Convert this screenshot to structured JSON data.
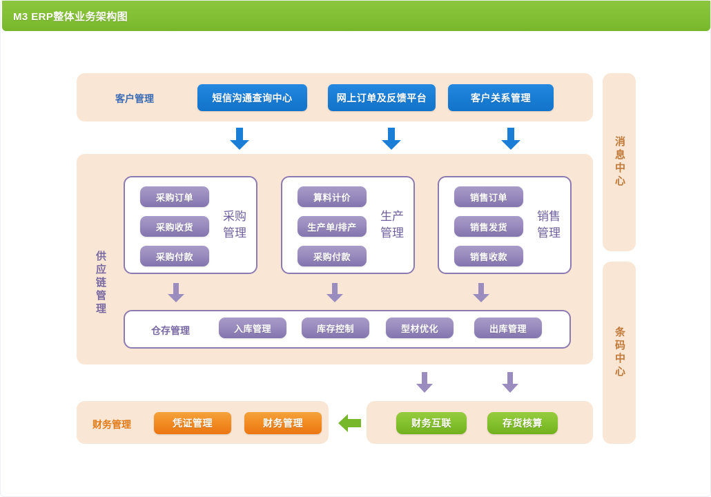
{
  "window": {
    "title": "M3 ERP整体业务架构图"
  },
  "colors": {
    "title_bar": "#83c035",
    "panel_bg": "#fae6d4",
    "blue_button": "#1a7ed6",
    "purple_button": "#9a8cbe",
    "orange_button": "#f28d24",
    "green_button": "#86c22f",
    "purple_border": "#8b79b0",
    "blue_arrow": "#1a7ed6",
    "purple_arrow": "#9a8cbe",
    "green_arrow": "#76b82a"
  },
  "customer_row": {
    "label": "客户管理",
    "buttons": [
      {
        "label": "短信沟通查询中心"
      },
      {
        "label": "网上订单及反馈平台"
      },
      {
        "label": "客户关系管理"
      }
    ]
  },
  "supply_chain": {
    "label": "供应链管理",
    "groups": [
      {
        "title": "采购\n管理",
        "title_line1": "采购",
        "title_line2": "管理",
        "items": [
          "采购订单",
          "采购收货",
          "采购付款"
        ]
      },
      {
        "title": "生产\n管理",
        "title_line1": "生产",
        "title_line2": "管理",
        "items": [
          "算料计价",
          "生产单/排产",
          "采购付款"
        ]
      },
      {
        "title": "销售\n管理",
        "title_line1": "销售",
        "title_line2": "管理",
        "items": [
          "销售订单",
          "销售发货",
          "销售收款"
        ]
      }
    ],
    "warehouse": {
      "label": "仓存管理",
      "buttons": [
        "入库管理",
        "库存控制",
        "型材优化",
        "出库管理"
      ]
    }
  },
  "finance_row": {
    "label": "财务管理",
    "buttons": [
      {
        "label": "凭证管理"
      },
      {
        "label": "财务管理"
      }
    ]
  },
  "accounting_row": {
    "buttons": [
      {
        "label": "财务互联"
      },
      {
        "label": "存货核算"
      }
    ]
  },
  "side_panels": [
    {
      "label": "消息中心"
    },
    {
      "label": "条码中心"
    }
  ]
}
